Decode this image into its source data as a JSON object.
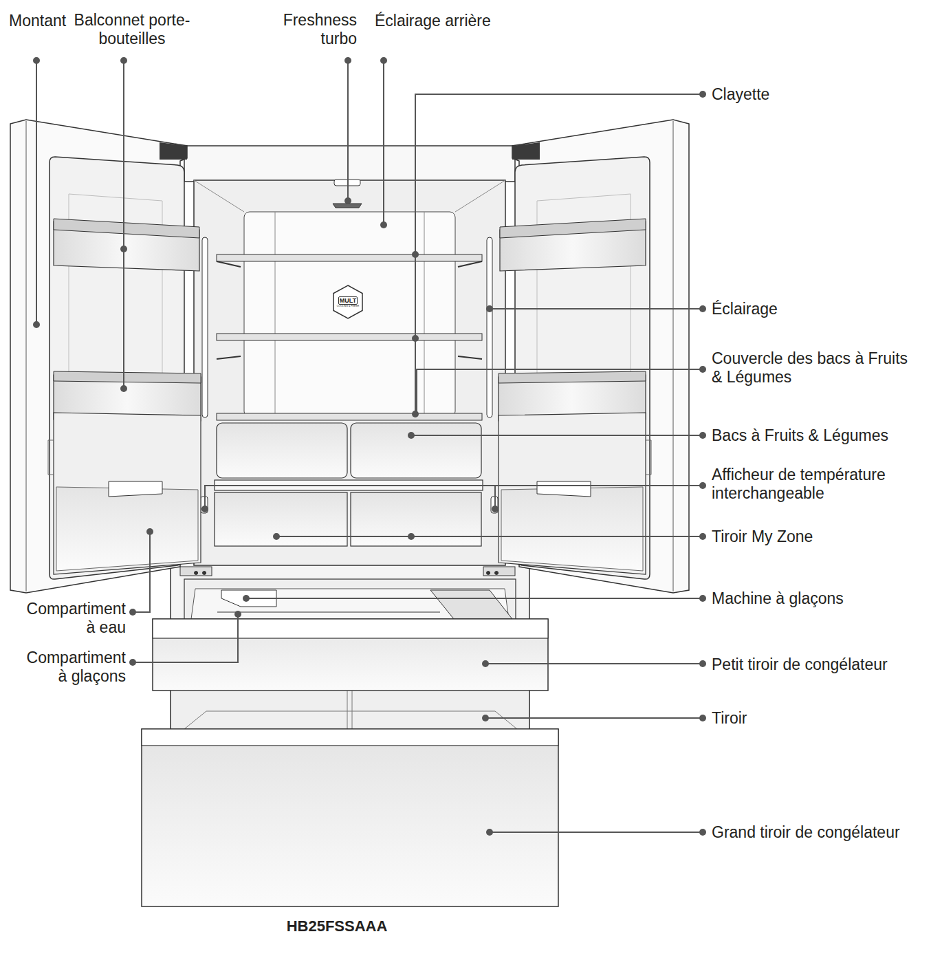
{
  "diagram": {
    "caption": "HB25FSSAAA",
    "nodes": [
      {
        "text": [
          "MULT",
          "COOLING & FRESH"
        ]
      }
    ],
    "labels": [
      "Montant",
      "Balconnet porte-bouteilles",
      "Freshness turbo",
      "Éclairage arrière",
      "Clayette",
      "Éclairage",
      "Couvercle des bacs à Fruits & Légumes",
      "Bacs à Fruits & Légumes",
      "Afficheur de température interchangeable",
      "Tiroir My Zone",
      "Machine à glaçons",
      "Compartiment à eau",
      "Compartiment à glaçons",
      "Petit tiroir de congélateur",
      "Tiroir",
      "Grand tiroir de congélateur"
    ]
  }
}
